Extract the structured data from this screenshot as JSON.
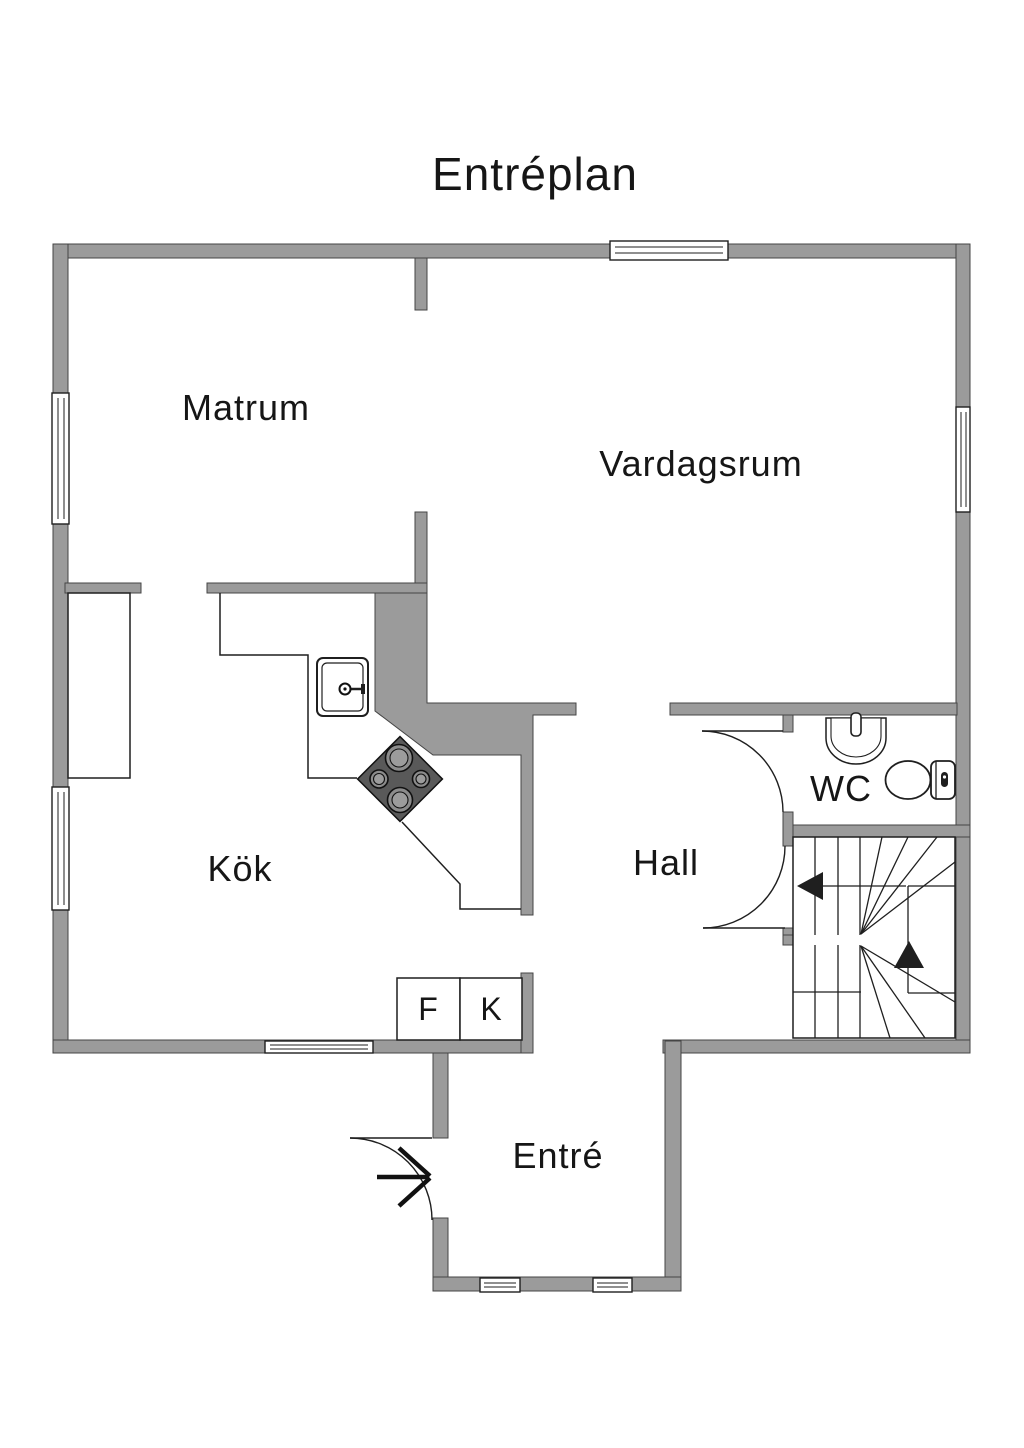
{
  "title": "Entréplan",
  "rooms": {
    "matrum": {
      "label": "Matrum"
    },
    "vardagsrum": {
      "label": "Vardagsrum"
    },
    "kok": {
      "label": "Kök"
    },
    "hall": {
      "label": "Hall"
    },
    "wc": {
      "label": "WC"
    },
    "entre": {
      "label": "Entré"
    }
  },
  "appliances": {
    "freezer": {
      "label": "F"
    },
    "fridge": {
      "label": "K"
    }
  },
  "colors": {
    "background": "#ffffff",
    "wall": "#9b9b9b",
    "hob": "#595959",
    "burner": "#8c8c8c",
    "line": "#1f1f1f"
  }
}
